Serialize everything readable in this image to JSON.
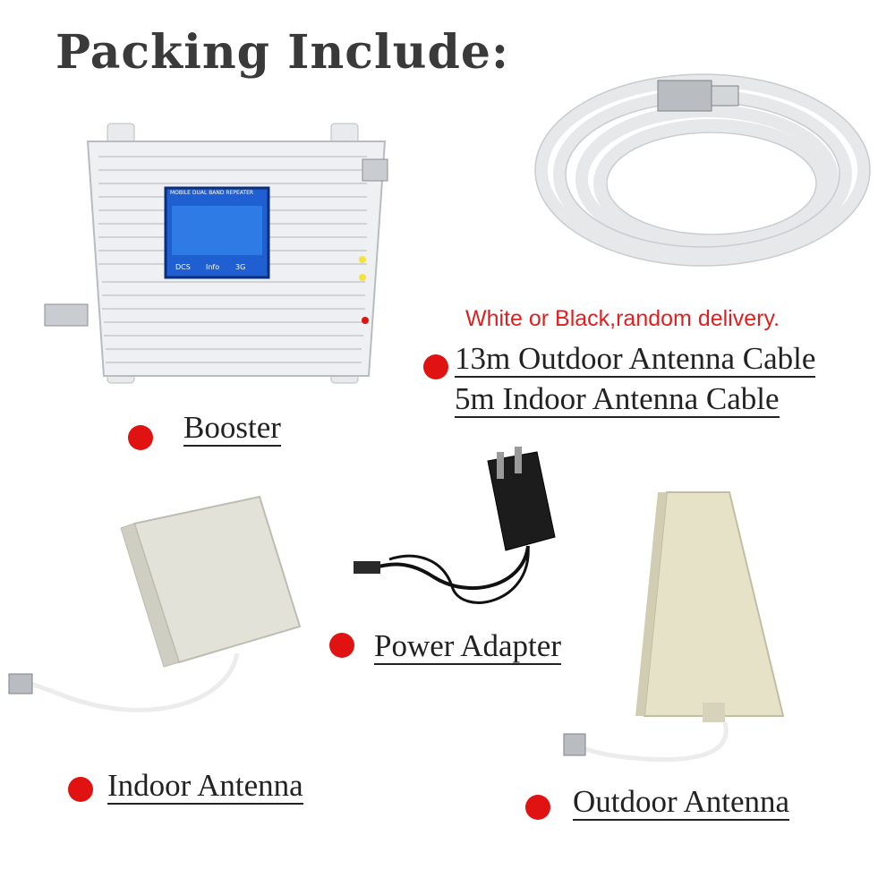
{
  "title": "Packing Include:",
  "note": "White or Black,random delivery.",
  "items": {
    "booster": "Booster",
    "outdoor_cable": "13m Outdoor Antenna Cable",
    "indoor_cable": "5m Indoor Antenna  Cable",
    "power_adapter": "Power Adapter",
    "indoor_antenna": "Indoor Antenna",
    "outdoor_antenna": "Outdoor Antenna"
  },
  "booster_screen": {
    "header": "MOBILE DUAL BAND REPEATER",
    "left": "DCS",
    "middle": "Info",
    "right": "3G"
  },
  "colors": {
    "bullet": "#e01212",
    "note": "#e02020",
    "title": "#3a3a3a",
    "screen": "#1f5fd1"
  }
}
